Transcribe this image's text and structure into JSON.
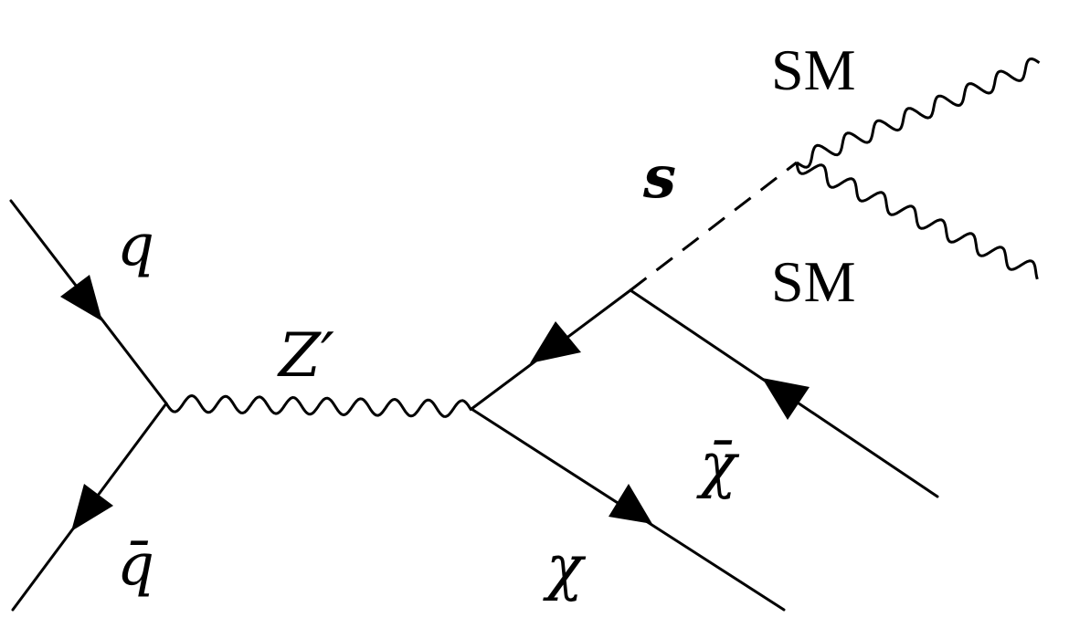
{
  "diagram": {
    "labels": {
      "q": "q",
      "qbar": "q̄",
      "zprime": "Z′",
      "s": "s",
      "chi": "χ",
      "chibar": "χ̄",
      "sm_top": "SM",
      "sm_bottom": "SM"
    },
    "colors": {
      "mediator_s": "#e8392e",
      "lines": "#000000"
    }
  }
}
